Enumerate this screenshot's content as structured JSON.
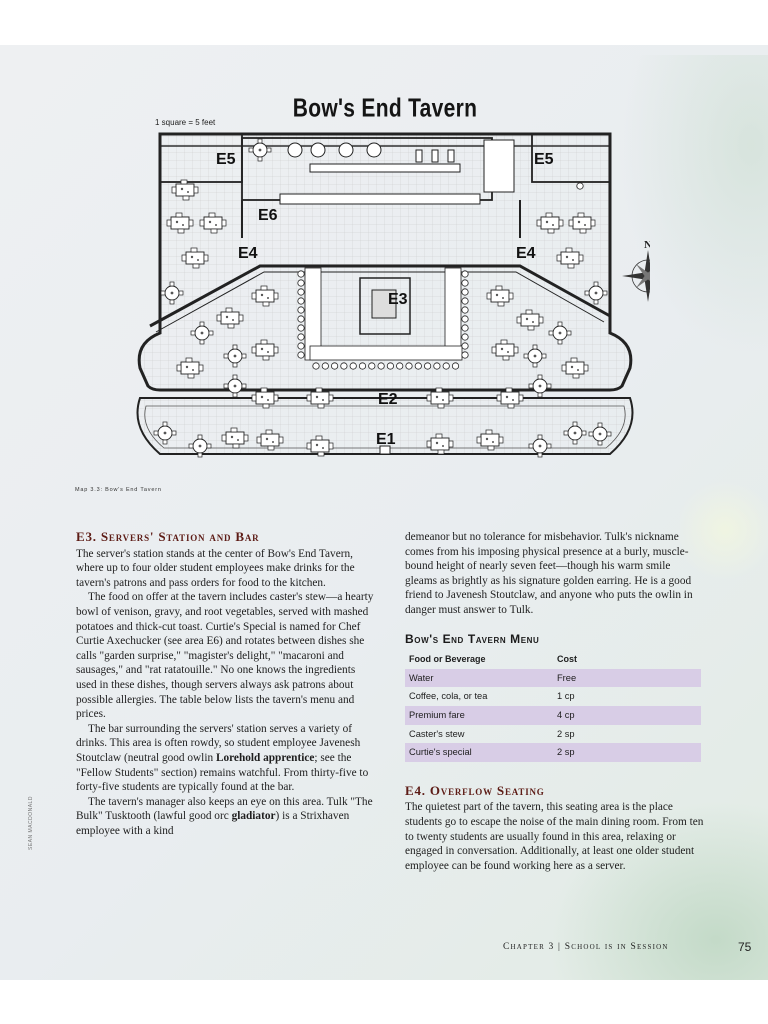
{
  "map": {
    "title": "Bow's End Tavern",
    "scale": "1 square = 5 feet",
    "caption": "Map 3.3: Bow's End Tavern",
    "labels": {
      "e5a": "E5",
      "e5b": "E5",
      "e6": "E6",
      "e4a": "E4",
      "e4b": "E4",
      "e3": "E3",
      "e2": "E2",
      "e1": "E1",
      "north": "N"
    }
  },
  "col_left": {
    "heading": "E3. Servers' Station and Bar",
    "p1": "The server's station stands at the center of Bow's End Tavern, where up to four older student employees make drinks for the tavern's patrons and pass orders for food to the kitchen.",
    "p2": "The food on offer at the tavern includes caster's stew—a hearty bowl of venison, gravy, and root vegetables, served with mashed potatoes and thick-cut toast. Curtie's Special is named for Chef Curtie Axechucker (see area E6) and rotates between dishes she calls \"garden surprise,\" \"magister's delight,\" \"macaroni and sausages,\" and \"rat ratatouille.\" No one knows the ingredients used in these dishes, though servers always ask patrons about possible allergies. The table below lists the tavern's menu and prices.",
    "p3a": "The bar surrounding the servers' station serves a variety of drinks. This area is often rowdy, so student employee Javenesh Stoutclaw (neutral good owlin ",
    "p3b": "Lorehold apprentice",
    "p3c": "; see the \"Fellow Students\" section) remains watchful. From thirty-five to forty-five students are typically found at the bar.",
    "p4a": "The tavern's manager also keeps an eye on this area. Tulk \"The Bulk\" Tusktooth (lawful good orc ",
    "p4b": "gladiator",
    "p4c": ") is a Strixhaven employee with a kind"
  },
  "col_right": {
    "p1": "demeanor but no tolerance for misbehavior. Tulk's nickname comes from his imposing physical presence at a burly, muscle-bound height of nearly seven feet—though his warm smile gleams as brightly as his signature golden earring. He is a good friend to Javenesh Stoutclaw, and anyone who puts the owlin in danger must answer to Tulk.",
    "menu_heading": "Bow's End Tavern Menu",
    "menu_headers": [
      "Food or Beverage",
      "Cost"
    ],
    "menu": [
      {
        "item": "Water",
        "cost": "Free"
      },
      {
        "item": "Coffee, cola, or tea",
        "cost": "1 cp"
      },
      {
        "item": "Premium fare",
        "cost": "4 cp"
      },
      {
        "item": "Caster's stew",
        "cost": "2 sp"
      },
      {
        "item": "Curtie's special",
        "cost": "2 sp"
      }
    ],
    "heading2": "E4. Overflow Seating",
    "p2": "The quietest part of the tavern, this seating area is the place students go to escape the noise of the main dining room. From ten to twenty students are usually found in this area, relaxing or engaged in conversation. Additionally, at least one older student employee can be found working here as a server."
  },
  "footer": {
    "chapter": "Chapter 3 | School is in Session",
    "page": "75"
  },
  "credit": "SEAN MACDONALD"
}
